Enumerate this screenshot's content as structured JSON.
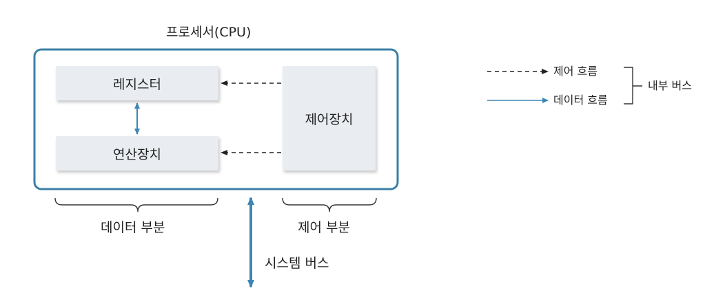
{
  "processor": {
    "title": "프로세서(CPU)"
  },
  "boxes": {
    "register": "레지스터",
    "alu": "연산장치",
    "control": "제어장치"
  },
  "braces": {
    "data_part": "데이터 부분",
    "control_part": "제어 부분"
  },
  "system_bus": "시스템 버스",
  "legend": {
    "control_flow": "제어 흐름",
    "data_flow": "데이터 흐름",
    "internal_bus": "내부 버스"
  },
  "colors": {
    "frame": "#3a7fa6",
    "data_arrow": "#3d86b3",
    "box_fill": "#e9edf1"
  }
}
